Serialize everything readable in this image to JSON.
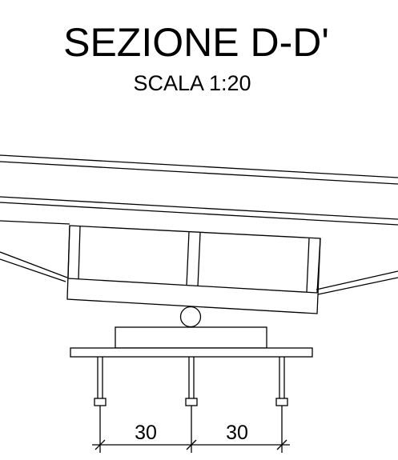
{
  "drawing": {
    "title": "SEZIONE D-D'",
    "scale": "SCALA 1:20",
    "dimensions": [
      "30",
      "30"
    ]
  }
}
